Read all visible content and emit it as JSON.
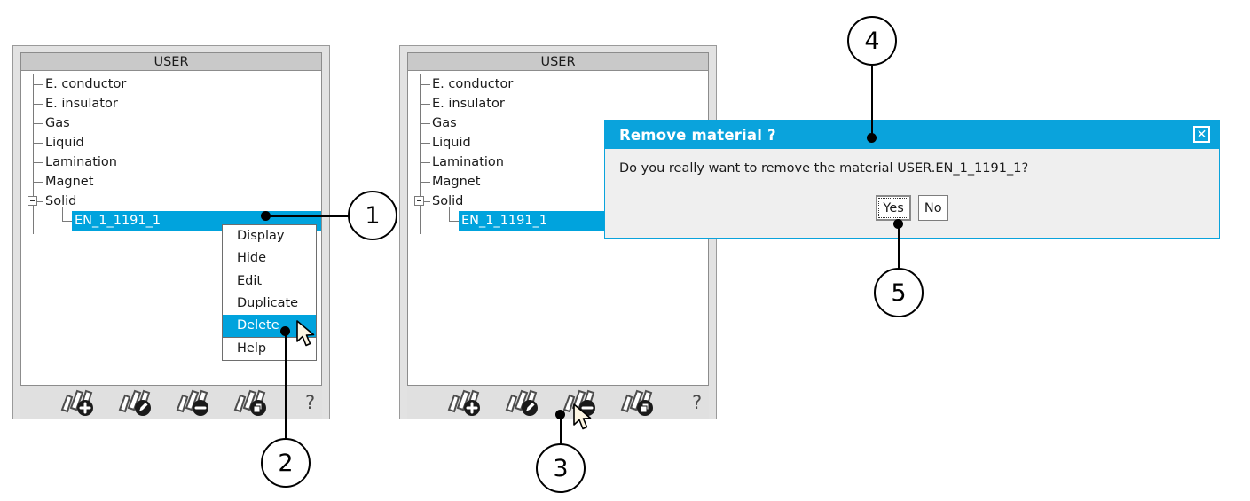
{
  "panel1": {
    "header": "USER",
    "tree": {
      "items": [
        "E. conductor",
        "E. insulator",
        "Gas",
        "Liquid",
        "Lamination",
        "Magnet"
      ],
      "group": "Solid",
      "selected_child": "EN_1_1191_1"
    },
    "toolbar": {
      "icons": [
        {
          "name": "add-material-icon",
          "badge": "plus"
        },
        {
          "name": "edit-material-icon",
          "badge": "pencil"
        },
        {
          "name": "delete-material-icon",
          "badge": "minus"
        },
        {
          "name": "duplicate-material-icon",
          "badge": "copy"
        }
      ],
      "help": "?"
    }
  },
  "context_menu": {
    "groups": [
      [
        "Display",
        "Hide"
      ],
      [
        "Edit",
        "Duplicate",
        "Delete"
      ],
      [
        "Help"
      ]
    ],
    "selected": "Delete"
  },
  "panel2": {
    "header": "USER",
    "tree": {
      "items": [
        "E. conductor",
        "E. insulator",
        "Gas",
        "Liquid",
        "Lamination",
        "Magnet"
      ],
      "group": "Solid",
      "selected_child": "EN_1_1191_1"
    },
    "toolbar": {
      "icons": [
        {
          "name": "add-material-icon",
          "badge": "plus"
        },
        {
          "name": "edit-material-icon",
          "badge": "pencil"
        },
        {
          "name": "delete-material-icon",
          "badge": "minus"
        },
        {
          "name": "duplicate-material-icon",
          "badge": "copy"
        }
      ],
      "help": "?"
    }
  },
  "dialog": {
    "title": "Remove material ?",
    "close_label": "✕",
    "message": "Do you really want to remove the material USER.EN_1_1191_1?",
    "buttons": [
      {
        "label": "Yes",
        "focused": true
      },
      {
        "label": "No",
        "focused": false
      }
    ]
  },
  "callouts": [
    {
      "number": "1"
    },
    {
      "number": "2"
    },
    {
      "number": "3"
    },
    {
      "number": "4"
    },
    {
      "number": "5"
    }
  ],
  "colors": {
    "accent": "#00a3dd",
    "dialog_title": "#0aa3dc",
    "panel_bg": "#e2e2e2",
    "header_bg": "#c9c9c9",
    "toolbar_bg": "#e0e0e0"
  }
}
